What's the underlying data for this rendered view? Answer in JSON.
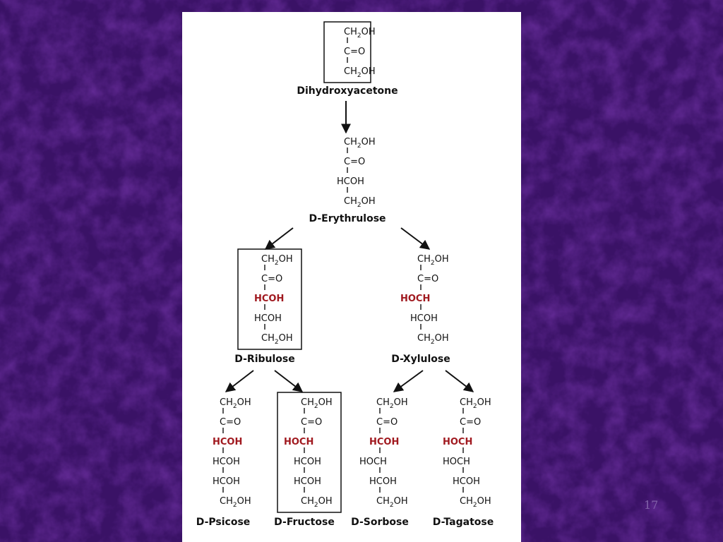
{
  "colors": {
    "background": "#3a1266",
    "panel": "#ffffff",
    "ink": "#111111",
    "highlight": "#a0191f"
  },
  "slide_number": "17",
  "molecules": [
    {
      "id": "dihydroxyacetone",
      "name": "Dihydroxyacetone",
      "boxed": true,
      "rows": [
        {
          "text": "CH2OH",
          "red": false
        },
        {
          "text": "C=O",
          "red": false
        },
        {
          "text": "CH2OH",
          "red": false
        }
      ]
    },
    {
      "id": "d-erythrulose",
      "name": "D-Erythrulose",
      "boxed": false,
      "rows": [
        {
          "text": "CH2OH",
          "red": false
        },
        {
          "text": "C=O",
          "red": false
        },
        {
          "text": "HCOH",
          "red": false
        },
        {
          "text": "CH2OH",
          "red": false
        }
      ]
    },
    {
      "id": "d-ribulose",
      "name": "D-Ribulose",
      "boxed": true,
      "rows": [
        {
          "text": "CH2OH",
          "red": false
        },
        {
          "text": "C=O",
          "red": false
        },
        {
          "text": "HCOH",
          "red": true
        },
        {
          "text": "HCOH",
          "red": false
        },
        {
          "text": "CH2OH",
          "red": false
        }
      ]
    },
    {
      "id": "d-xylulose",
      "name": "D-Xylulose",
      "boxed": false,
      "rows": [
        {
          "text": "CH2OH",
          "red": false
        },
        {
          "text": "C=O",
          "red": false
        },
        {
          "text": "HOCH",
          "red": true
        },
        {
          "text": "HCOH",
          "red": false
        },
        {
          "text": "CH2OH",
          "red": false
        }
      ]
    },
    {
      "id": "d-psicose",
      "name": "D-Psicose",
      "boxed": false,
      "rows": [
        {
          "text": "CH2OH",
          "red": false
        },
        {
          "text": "C=O",
          "red": false
        },
        {
          "text": "HCOH",
          "red": true
        },
        {
          "text": "HCOH",
          "red": false
        },
        {
          "text": "HCOH",
          "red": false
        },
        {
          "text": "CH2OH",
          "red": false
        }
      ]
    },
    {
      "id": "d-fructose",
      "name": "D-Fructose",
      "boxed": true,
      "rows": [
        {
          "text": "CH2OH",
          "red": false
        },
        {
          "text": "C=O",
          "red": false
        },
        {
          "text": "HOCH",
          "red": true
        },
        {
          "text": "HCOH",
          "red": false
        },
        {
          "text": "HCOH",
          "red": false
        },
        {
          "text": "CH2OH",
          "red": false
        }
      ]
    },
    {
      "id": "d-sorbose",
      "name": "D-Sorbose",
      "boxed": false,
      "rows": [
        {
          "text": "CH2OH",
          "red": false
        },
        {
          "text": "C=O",
          "red": false
        },
        {
          "text": "HCOH",
          "red": true
        },
        {
          "text": "HOCH",
          "red": false
        },
        {
          "text": "HCOH",
          "red": false
        },
        {
          "text": "CH2OH",
          "red": false
        }
      ]
    },
    {
      "id": "d-tagatose",
      "name": "D-Tagatose",
      "boxed": false,
      "rows": [
        {
          "text": "CH2OH",
          "red": false
        },
        {
          "text": "C=O",
          "red": false
        },
        {
          "text": "HOCH",
          "red": true
        },
        {
          "text": "HOCH",
          "red": false
        },
        {
          "text": "HCOH",
          "red": false
        },
        {
          "text": "CH2OH",
          "red": false
        }
      ]
    }
  ],
  "arrows": [
    {
      "from": "dihydroxyacetone",
      "to": "d-erythrulose"
    },
    {
      "from": "d-erythrulose",
      "to": "d-ribulose"
    },
    {
      "from": "d-erythrulose",
      "to": "d-xylulose"
    },
    {
      "from": "d-ribulose",
      "to": "d-psicose"
    },
    {
      "from": "d-ribulose",
      "to": "d-fructose"
    },
    {
      "from": "d-xylulose",
      "to": "d-sorbose"
    },
    {
      "from": "d-xylulose",
      "to": "d-tagatose"
    }
  ]
}
